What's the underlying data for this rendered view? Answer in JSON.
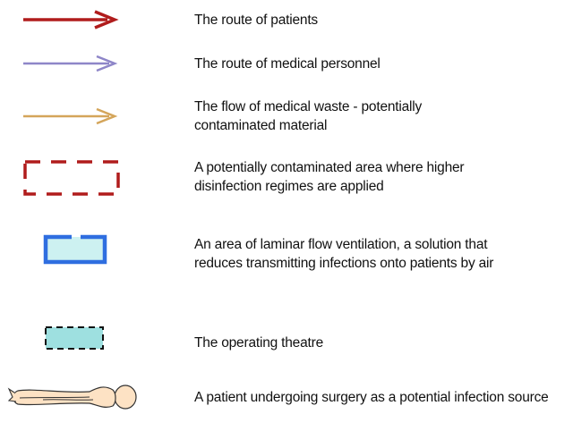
{
  "legend": {
    "items": [
      {
        "symbol": "red-arrow-icon",
        "color": "#b01c1c",
        "label_lines": [
          "The route of patients"
        ]
      },
      {
        "symbol": "purple-arrow-icon",
        "color": "#8e86c8",
        "label_lines": [
          "The route of medical personnel"
        ]
      },
      {
        "symbol": "tan-arrow-icon",
        "color": "#d4a55a",
        "label_lines": [
          "The flow of medical waste - potentially",
          "contaminated material"
        ]
      },
      {
        "symbol": "red-dashed-rectangle-icon",
        "color": "#b01c1c",
        "label_lines": [
          "A potentially contaminated area where higher",
          "disinfection regimes are applied"
        ]
      },
      {
        "symbol": "blue-rectangle-icon",
        "color": "#2f6ee0",
        "fill": "#cdf1f1",
        "label_lines": [
          "An area of laminar flow ventilation, a solution that",
          "reduces transmitting infections onto patients by air"
        ]
      },
      {
        "symbol": "black-dashed-rectangle-icon",
        "color": "#111111",
        "fill": "#9ee0e0",
        "label_lines": [
          "The operating theatre"
        ]
      },
      {
        "symbol": "patient-figure-icon",
        "color": "#333333",
        "fill": "#fde2c4",
        "label_lines": [
          "A patient undergoing surgery as a potential infection source"
        ]
      }
    ]
  }
}
